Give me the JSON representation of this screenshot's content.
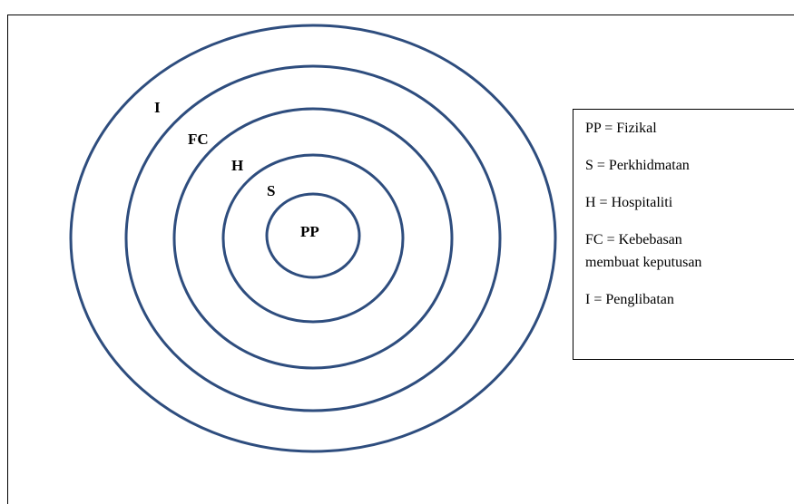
{
  "diagram": {
    "stroke_color": "#2e4d7e",
    "rings": [
      {
        "id": "I",
        "label": "I"
      },
      {
        "id": "FC",
        "label": "FC"
      },
      {
        "id": "H",
        "label": "H"
      },
      {
        "id": "S",
        "label": "S"
      },
      {
        "id": "PP",
        "label": "PP"
      }
    ]
  },
  "legend": {
    "items": [
      {
        "text": "PP = Fizikal"
      },
      {
        "text": "S = Perkhidmatan"
      },
      {
        "text": "H = Hospitaliti"
      },
      {
        "text": "FC = Kebebasan\nmembuat keputusan"
      },
      {
        "text": "I = Penglibatan"
      }
    ]
  }
}
